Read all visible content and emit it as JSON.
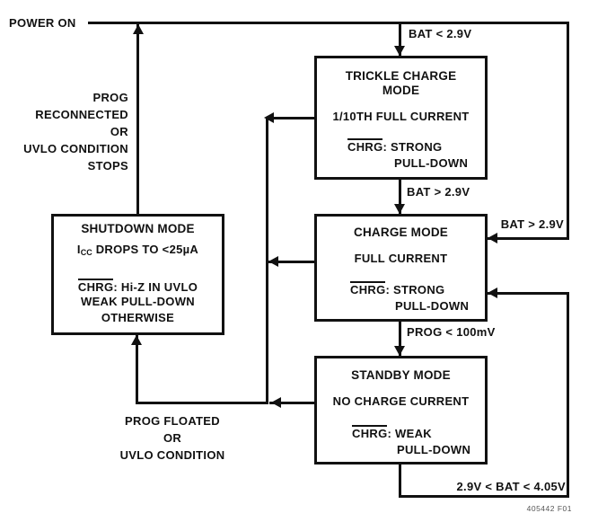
{
  "figure": {
    "code": "405442 F01"
  },
  "labels": {
    "power_on": "POWER ON"
  },
  "transitions": {
    "power_to_trickle": "BAT < 2.9V",
    "trickle_to_charge": "BAT > 2.9V",
    "power_to_charge": "BAT > 2.9V",
    "charge_to_standby": "PROG < 100mV",
    "standby_to_charge": "2.9V < BAT < 4.05V",
    "shutdown_to_power_lines": [
      "PROG",
      "RECONNECTED",
      "OR",
      "UVLO CONDITION",
      "STOPS"
    ],
    "to_shutdown_lines": [
      "PROG FLOATED",
      "OR",
      "UVLO CONDITION"
    ]
  },
  "states": {
    "trickle": {
      "title_line1": "TRICKLE CHARGE",
      "title_line2": "MODE",
      "detail": "1/10TH FULL CURRENT",
      "chrg_signal": "CHRG",
      "chrg_value": ": STRONG",
      "chrg_value_line2": "PULL-DOWN"
    },
    "charge": {
      "title": "CHARGE MODE",
      "detail": "FULL CURRENT",
      "chrg_signal": "CHRG",
      "chrg_value": ": STRONG",
      "chrg_value_line2": "PULL-DOWN"
    },
    "standby": {
      "title": "STANDBY MODE",
      "detail": "NO CHARGE CURRENT",
      "chrg_signal": "CHRG",
      "chrg_value": ": WEAK",
      "chrg_value_line2": "PULL-DOWN"
    },
    "shutdown": {
      "title": "SHUTDOWN MODE",
      "icc_symbol": "I",
      "icc_subscript": "CC",
      "icc_rest": " DROPS TO <25µA",
      "chrg_signal": "CHRG",
      "chrg_value": ": Hi-Z IN UVLO",
      "line2": "WEAK PULL-DOWN",
      "line3": "OTHERWISE"
    }
  },
  "colors": {
    "line": "#111111",
    "background": "#ffffff",
    "text": "#111111",
    "figure_code": "#555555"
  }
}
